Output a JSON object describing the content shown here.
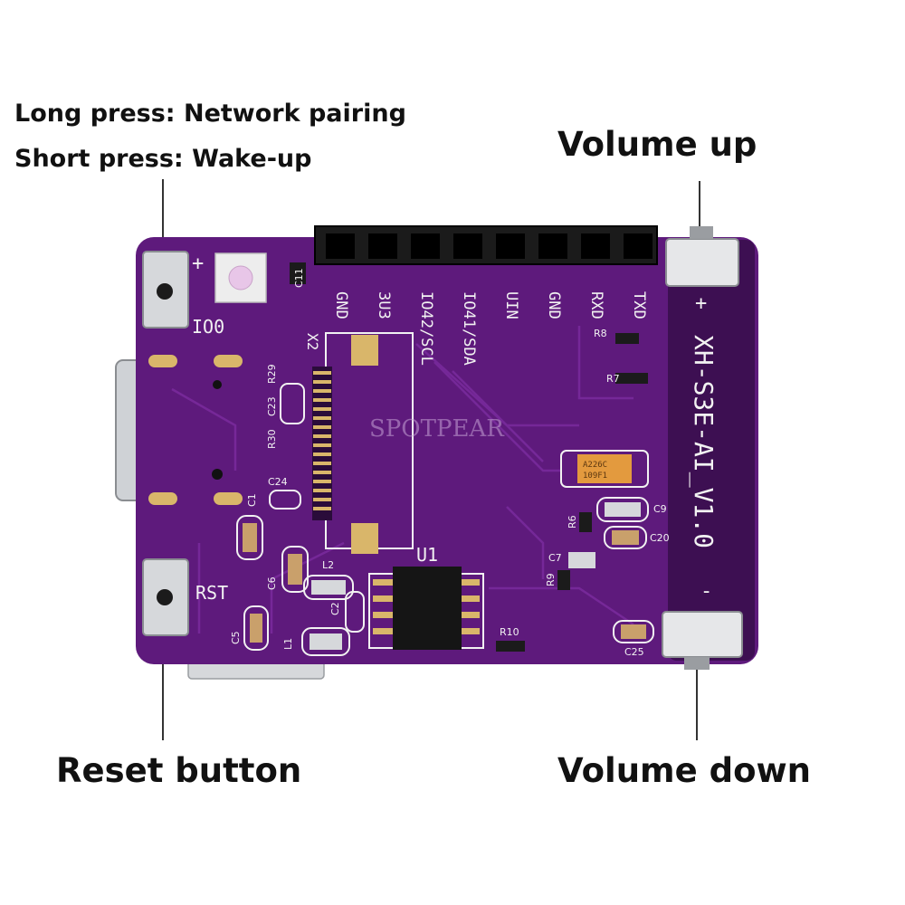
{
  "callouts": {
    "long_press": "Long press: Network pairing",
    "short_press": "Short press: Wake-up",
    "volume_up": "Volume up",
    "reset_button": "Reset button",
    "volume_down": "Volume down"
  },
  "board": {
    "model": "XH-S3E-AI_V1.0",
    "watermark": "SPOTPEAR",
    "header_pins": [
      "GND",
      "3U3",
      "IO42/SCL",
      "IO41/SDA",
      "UIN",
      "GND",
      "RXD",
      "TXD"
    ],
    "button_labels": {
      "io0": "IO0",
      "rst": "RST"
    },
    "chip_labels": {
      "u1": "U1",
      "x2": "X2"
    },
    "polarity": {
      "plus_left": "+",
      "plus_right": "+",
      "minus_right": "-"
    },
    "capacitor_marking": [
      "A226C",
      "109F1"
    ],
    "ref_designators": [
      "C11",
      "R29",
      "C23",
      "R30",
      "C24",
      "C1",
      "C6",
      "L2",
      "C2",
      "C5",
      "L1",
      "R10",
      "R8",
      "R7",
      "C9",
      "R6",
      "C20",
      "C7",
      "R9",
      "C25"
    ]
  },
  "colors": {
    "pcb": "#5e1a7c",
    "pcb_dark": "#3d0f52",
    "silkscreen": "#f2f2f2",
    "text": "#111111",
    "gold": "#d9b66a"
  }
}
